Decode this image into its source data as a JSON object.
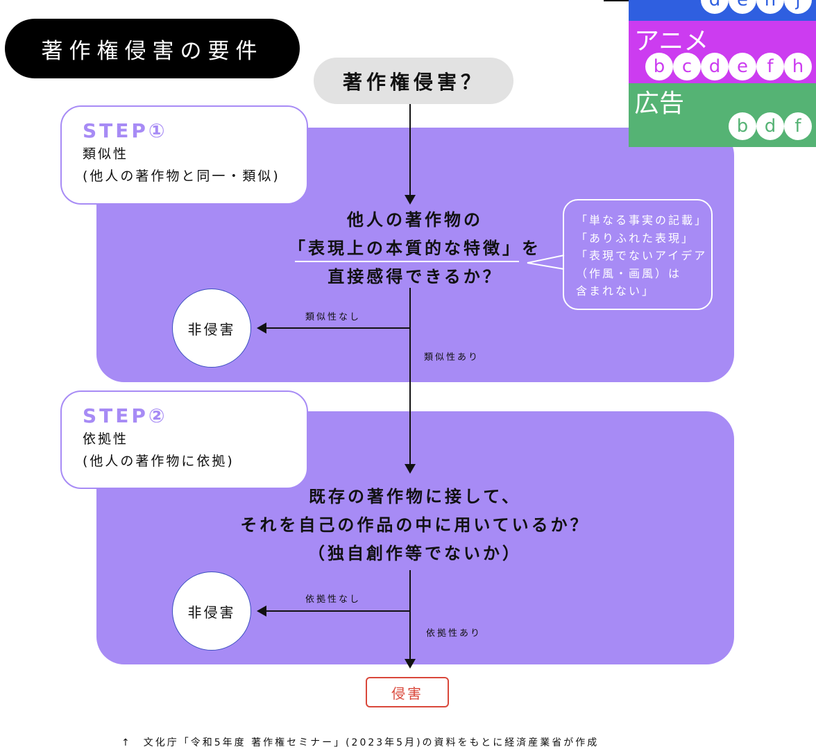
{
  "title": "著作権侵害の要件",
  "question": "著作権侵害？",
  "step1": {
    "label": "STEP①",
    "name": "類似性",
    "desc": "(他人の著作物と同一・類似)",
    "question_lines": [
      "他人の著作物の",
      "「表現上の本質的な特徴」を",
      "直接感得できるか？"
    ],
    "no_label": "類似性なし",
    "yes_label": "類似性あり",
    "result_no": "非侵害",
    "note_lines": [
      "「単なる事実の記載」",
      "「ありふれた表現」",
      "「表現でないアイデア",
      "（作風・画風）は",
      "含まれない」"
    ]
  },
  "step2": {
    "label": "STEP②",
    "name": "依拠性",
    "desc": "(他人の著作物に依拠)",
    "question_lines": [
      "既存の著作物に接して、",
      "それを自己の作品の中に用いているか？",
      "（独自創作等でないか）"
    ],
    "no_label": "依拠性なし",
    "yes_label": "依拠性あり",
    "result_no": "非侵害"
  },
  "result_yes": "侵害",
  "footnote": "↑　文化庁「令和5年度 著作権セミナー」(2023年5月)の資料をもとに経済産業省が作成",
  "legend": {
    "bands": [
      {
        "label": "",
        "color": "#2f5fe0",
        "chips": [
          "d",
          "e",
          "h",
          "j"
        ]
      },
      {
        "label": "アニメ",
        "color": "#cc3cf0",
        "chips": [
          "b",
          "c",
          "d",
          "e",
          "f",
          "h"
        ]
      },
      {
        "label": "広告",
        "color": "#55b374",
        "chips": [
          "b",
          "d",
          "f"
        ]
      }
    ]
  },
  "colors": {
    "accent": "#a78bf5",
    "infringement": "#d9473a"
  }
}
